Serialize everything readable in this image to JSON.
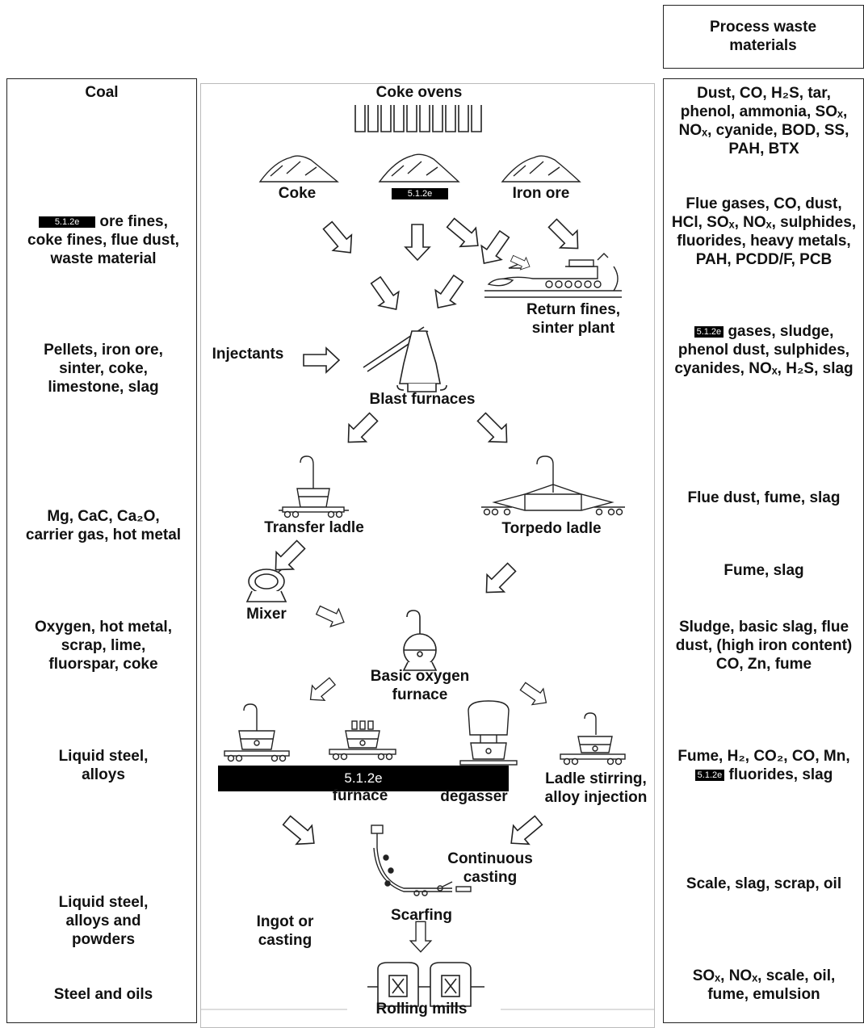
{
  "header": {
    "waste_title": "Process waste materials"
  },
  "left": {
    "title": "Coal",
    "items": [
      {
        "redacted": "5.1.2e",
        "text": "ore fines, coke fines, flue dust, waste material"
      },
      {
        "text": "Pellets, iron ore, sinter, coke, limestone, slag"
      },
      {
        "text": "Mg, CaC, Ca₂O, carrier gas, hot metal"
      },
      {
        "text": "Oxygen, hot metal, scrap, lime, fluorspar, coke"
      },
      {
        "text": "Liquid steel, alloys"
      },
      {
        "text": "Liquid steel, alloys and powders"
      },
      {
        "text": "Steel and oils"
      }
    ]
  },
  "right": {
    "items": [
      {
        "text": "Dust, CO, H₂S, tar, phenol, ammonia, SOₓ, NOₓ, cyanide, BOD, SS, PAH, BTX"
      },
      {
        "text": "Flue gases, CO, dust, HCl, SOₓ, NOₓ, sulphides, fluorides, heavy metals, PAH, PCDD/F, PCB"
      },
      {
        "redacted": "5.1.2e",
        "text": "gases, sludge, phenol dust, sulphides, cyanides, NOₓ, H₂S, slag"
      },
      {
        "text": "Flue dust, fume, slag"
      },
      {
        "text": "Fume, slag"
      },
      {
        "text": "Sludge, basic slag, flue dust, (high iron content) CO, Zn, fume"
      },
      {
        "text_a": "Fume, H₂, CO₂, CO, Mn,",
        "redacted": "5.1.2e",
        "text_b": "fluorides, slag"
      },
      {
        "text": "Scale, slag, scrap, oil"
      },
      {
        "text": "SOₓ, NOₓ, scale, oil, fume, emulsion"
      }
    ]
  },
  "center": {
    "coke_ovens": "Coke ovens",
    "coke": "Coke",
    "middle_redacted": "5.1.2e",
    "iron_ore": "Iron ore",
    "return_fines": "Return fines, sinter plant",
    "injectants": "Injectants",
    "blast_furnaces": "Blast furnaces",
    "transfer_ladle": "Transfer ladle",
    "torpedo_ladle": "Torpedo ladle",
    "mixer": "Mixer",
    "bof": "Basic oxygen furnace",
    "bottom_redacted": "5.1.2e",
    "furnace": "furnace",
    "degasser": "degasser",
    "ladle_stirring": "Ladle stirring, alloy injection",
    "continuous_casting": "Continuous casting",
    "ingot": "Ingot or casting",
    "scarfing": "Scarfing",
    "rolling_mills": "Rolling mills"
  }
}
